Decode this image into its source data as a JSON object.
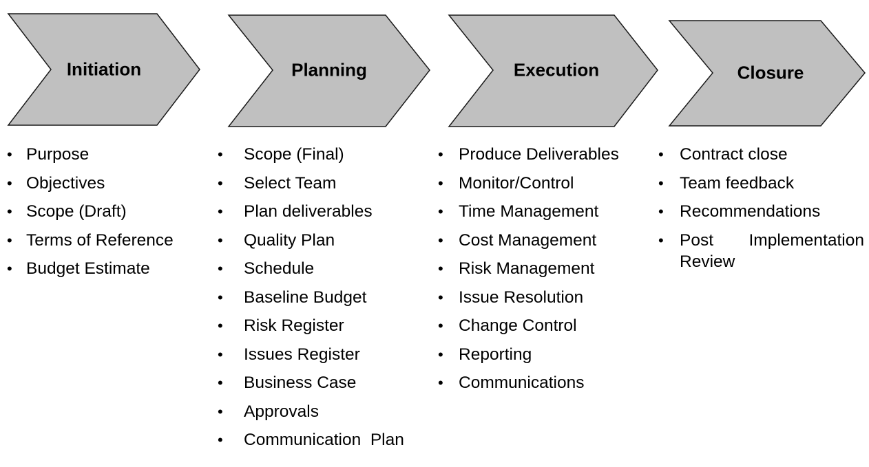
{
  "phases": [
    {
      "title": "Initiation",
      "items": [
        "Purpose",
        "Objectives",
        "Scope (Draft)",
        "Terms of Reference",
        "Budget Estimate"
      ]
    },
    {
      "title": "Planning",
      "items": [
        "Scope (Final)",
        "Select Team",
        "Plan deliverables",
        "Quality Plan",
        "Schedule",
        "Baseline Budget",
        "Risk Register",
        "Issues Register",
        "Business Case",
        "Approvals",
        "Communication  Plan"
      ]
    },
    {
      "title": "Execution",
      "items": [
        "Produce Deliverables",
        "Monitor/Control",
        "Time Management",
        "Cost Management",
        "Risk Management",
        "Issue Resolution",
        "Change Control",
        "Reporting",
        "Communications"
      ]
    },
    {
      "title": "Closure",
      "items": [
        "Contract close",
        "Team feedback",
        "Recommendations",
        "Post    Implementation Review"
      ]
    }
  ],
  "bullet_glyph": "•",
  "colors": {
    "chevron_fill": "#c0c0c0",
    "chevron_stroke": "#1a1a1a",
    "text": "#000000",
    "background": "#ffffff"
  }
}
